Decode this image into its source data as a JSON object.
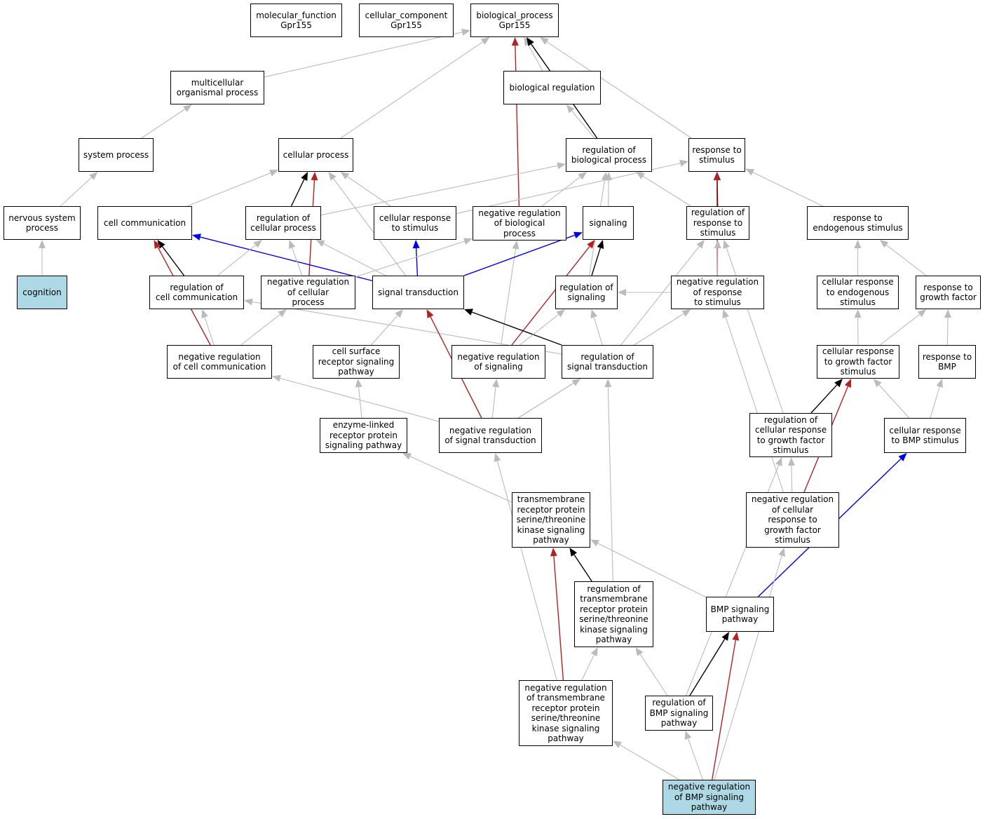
{
  "colors": {
    "gray": "#bbbbbb",
    "black": "#000000",
    "red": "#b22222",
    "blue": "#0000ee",
    "highlight": "#add8e6"
  },
  "nodes": {
    "molecular_function": "molecular_function\nGpr155",
    "cellular_component": "cellular_component\nGpr155",
    "biological_process": "biological_process\nGpr155",
    "multicellular_organismal_process": "multicellular\norganismal process",
    "biological_regulation": "biological regulation",
    "system_process": "system process",
    "cellular_process": "cellular process",
    "regulation_of_biological_process": "regulation of\nbiological process",
    "response_to_stimulus": "response to\nstimulus",
    "nervous_system_process": "nervous system\nprocess",
    "cell_communication": "cell communication",
    "regulation_of_cellular_process": "regulation of\ncellular process",
    "cellular_response_to_stimulus": "cellular response\nto stimulus",
    "negative_regulation_of_biological_process": "negative regulation\nof biological\nprocess",
    "signaling": "signaling",
    "regulation_of_response_to_stimulus": "regulation of\nresponse to\nstimulus",
    "response_to_endogenous_stimulus": "response to\nendogenous stimulus",
    "cognition": "cognition",
    "regulation_of_cell_communication": "regulation of\ncell communication",
    "negative_regulation_of_cellular_process": "negative regulation\nof cellular\nprocess",
    "signal_transduction": "signal transduction",
    "regulation_of_signaling": "regulation of\nsignaling",
    "negative_regulation_of_response_to_stimulus": "negative regulation\nof response\nto stimulus",
    "cellular_response_to_endogenous_stimulus": "cellular response\nto endogenous\nstimulus",
    "response_to_growth_factor": "response to\ngrowth factor",
    "negative_regulation_of_cell_communication": "negative regulation\nof cell communication",
    "cell_surface_receptor_signaling_pathway": "cell surface\nreceptor signaling\npathway",
    "negative_regulation_of_signaling": "negative regulation\nof signaling",
    "regulation_of_signal_transduction": "regulation of\nsignal transduction",
    "cellular_response_to_growth_factor_stimulus": "cellular response\nto growth factor\nstimulus",
    "response_to_BMP": "response to\nBMP",
    "enzyme_linked_receptor_protein_signaling_pathway": "enzyme-linked\nreceptor protein\nsignaling pathway",
    "negative_regulation_of_signal_transduction": "negative regulation\nof signal transduction",
    "regulation_of_cellular_response_to_growth_factor_stimulus": "regulation of\ncellular response\nto growth factor\nstimulus",
    "cellular_response_to_BMP_stimulus": "cellular response\nto BMP stimulus",
    "transmembrane_receptor_protein_serine_threonine_kinase_signaling_pathway": "transmembrane\nreceptor protein\nserine/threonine\nkinase signaling\npathway",
    "negative_regulation_of_cellular_response_to_growth_factor_stimulus": "negative regulation\nof cellular\nresponse to\ngrowth factor\nstimulus",
    "regulation_of_transmembrane_receptor_protein_serine_threonine_kinase_signaling_pathway": "regulation of\ntransmembrane\nreceptor protein\nserine/threonine\nkinase signaling\npathway",
    "BMP_signaling_pathway": "BMP signaling\npathway",
    "negative_regulation_of_transmembrane_receptor_protein_serine_threonine_kinase_signaling_pathway": "negative regulation\nof transmembrane\nreceptor protein\nserine/threonine\nkinase signaling\npathway",
    "regulation_of_BMP_signaling_pathway": "regulation of\nBMP signaling\npathway",
    "negative_regulation_of_BMP_signaling_pathway": "negative regulation\nof BMP signaling\npathway"
  },
  "highlighted": [
    "cognition",
    "negative_regulation_of_BMP_signaling_pathway"
  ],
  "edges": [
    [
      "multicellular_organismal_process",
      "biological_process",
      "gray"
    ],
    [
      "cellular_process",
      "biological_process",
      "gray"
    ],
    [
      "biological_regulation",
      "biological_process",
      "gray"
    ],
    [
      "regulation_of_biological_process",
      "biological_process",
      "black"
    ],
    [
      "negative_regulation_of_biological_process",
      "biological_process",
      "red"
    ],
    [
      "response_to_stimulus",
      "biological_process",
      "gray"
    ],
    [
      "system_process",
      "multicellular_organismal_process",
      "gray"
    ],
    [
      "regulation_of_biological_process",
      "biological_regulation",
      "gray"
    ],
    [
      "nervous_system_process",
      "system_process",
      "gray"
    ],
    [
      "cognition",
      "nervous_system_process",
      "gray"
    ],
    [
      "cell_communication",
      "cellular_process",
      "gray"
    ],
    [
      "regulation_of_cellular_process",
      "cellular_process",
      "black"
    ],
    [
      "cellular_response_to_stimulus",
      "cellular_process",
      "gray"
    ],
    [
      "signal_transduction",
      "cellular_process",
      "gray"
    ],
    [
      "negative_regulation_of_cellular_process",
      "cellular_process",
      "red"
    ],
    [
      "regulation_of_cellular_process",
      "regulation_of_biological_process",
      "gray"
    ],
    [
      "negative_regulation_of_biological_process",
      "regulation_of_biological_process",
      "gray"
    ],
    [
      "signaling",
      "regulation_of_biological_process",
      "gray"
    ],
    [
      "regulation_of_response_to_stimulus",
      "regulation_of_biological_process",
      "gray"
    ],
    [
      "regulation_of_signaling",
      "regulation_of_biological_process",
      "gray"
    ],
    [
      "cellular_response_to_stimulus",
      "response_to_stimulus",
      "gray"
    ],
    [
      "regulation_of_response_to_stimulus",
      "response_to_stimulus",
      "black"
    ],
    [
      "negative_regulation_of_response_to_stimulus",
      "response_to_stimulus",
      "red"
    ],
    [
      "response_to_endogenous_stimulus",
      "response_to_stimulus",
      "gray"
    ],
    [
      "regulation_of_cell_communication",
      "cell_communication",
      "black"
    ],
    [
      "negative_regulation_of_cell_communication",
      "cell_communication",
      "red"
    ],
    [
      "signal_transduction",
      "cell_communication",
      "blue"
    ],
    [
      "regulation_of_cell_communication",
      "regulation_of_cellular_process",
      "gray"
    ],
    [
      "negative_regulation_of_cellular_process",
      "regulation_of_cellular_process",
      "gray"
    ],
    [
      "signal_transduction",
      "regulation_of_cellular_process",
      "gray"
    ],
    [
      "signal_transduction",
      "cellular_response_to_stimulus",
      "blue"
    ],
    [
      "negative_regulation_of_cellular_process",
      "negative_regulation_of_biological_process",
      "gray"
    ],
    [
      "negative_regulation_of_signaling",
      "negative_regulation_of_biological_process",
      "gray"
    ],
    [
      "regulation_of_signaling",
      "signaling",
      "black"
    ],
    [
      "signal_transduction",
      "signaling",
      "blue"
    ],
    [
      "negative_regulation_of_signaling",
      "signaling",
      "red"
    ],
    [
      "negative_regulation_of_response_to_stimulus",
      "regulation_of_response_to_stimulus",
      "gray"
    ],
    [
      "regulation_of_signal_transduction",
      "regulation_of_response_to_stimulus",
      "gray"
    ],
    [
      "regulation_of_cellular_response_to_growth_factor_stimulus",
      "regulation_of_response_to_stimulus",
      "gray"
    ],
    [
      "negative_regulation_of_response_to_stimulus",
      "regulation_of_signaling",
      "gray"
    ],
    [
      "cellular_response_to_endogenous_stimulus",
      "response_to_endogenous_stimulus",
      "gray"
    ],
    [
      "response_to_growth_factor",
      "response_to_endogenous_stimulus",
      "gray"
    ],
    [
      "negative_regulation_of_cell_communication",
      "regulation_of_cell_communication",
      "gray"
    ],
    [
      "regulation_of_signal_transduction",
      "regulation_of_cell_communication",
      "gray"
    ],
    [
      "negative_regulation_of_cell_communication",
      "negative_regulation_of_cellular_process",
      "gray"
    ],
    [
      "cell_surface_receptor_signaling_pathway",
      "signal_transduction",
      "gray"
    ],
    [
      "regulation_of_signal_transduction",
      "signal_transduction",
      "black"
    ],
    [
      "negative_regulation_of_signal_transduction",
      "signal_transduction",
      "red"
    ],
    [
      "negative_regulation_of_signaling",
      "regulation_of_signaling",
      "gray"
    ],
    [
      "regulation_of_signal_transduction",
      "regulation_of_signaling",
      "gray"
    ],
    [
      "negative_regulation_of_signal_transduction",
      "negative_regulation_of_response_to_stimulus",
      "gray"
    ],
    [
      "negative_regulation_of_cellular_response_to_growth_factor_stimulus",
      "negative_regulation_of_response_to_stimulus",
      "gray"
    ],
    [
      "cellular_response_to_growth_factor_stimulus",
      "cellular_response_to_endogenous_stimulus",
      "gray"
    ],
    [
      "cellular_response_to_growth_factor_stimulus",
      "response_to_growth_factor",
      "gray"
    ],
    [
      "response_to_BMP",
      "response_to_growth_factor",
      "gray"
    ],
    [
      "negative_regulation_of_signal_transduction",
      "negative_regulation_of_cell_communication",
      "gray"
    ],
    [
      "enzyme_linked_receptor_protein_signaling_pathway",
      "cell_surface_receptor_signaling_pathway",
      "gray"
    ],
    [
      "negative_regulation_of_signal_transduction",
      "negative_regulation_of_signaling",
      "gray"
    ],
    [
      "negative_regulation_of_signal_transduction",
      "regulation_of_signal_transduction",
      "gray"
    ],
    [
      "regulation_of_transmembrane_receptor_protein_serine_threonine_kinase_signaling_pathway",
      "regulation_of_signal_transduction",
      "gray"
    ],
    [
      "regulation_of_cellular_response_to_growth_factor_stimulus",
      "cellular_response_to_growth_factor_stimulus",
      "black"
    ],
    [
      "negative_regulation_of_cellular_response_to_growth_factor_stimulus",
      "cellular_response_to_growth_factor_stimulus",
      "red"
    ],
    [
      "cellular_response_to_BMP_stimulus",
      "cellular_response_to_growth_factor_stimulus",
      "gray"
    ],
    [
      "cellular_response_to_BMP_stimulus",
      "response_to_BMP",
      "gray"
    ],
    [
      "transmembrane_receptor_protein_serine_threonine_kinase_signaling_pathway",
      "enzyme_linked_receptor_protein_signaling_pathway",
      "gray"
    ],
    [
      "negative_regulation_of_transmembrane_receptor_protein_serine_threonine_kinase_signaling_pathway",
      "negative_regulation_of_signal_transduction",
      "gray"
    ],
    [
      "negative_regulation_of_cellular_response_to_growth_factor_stimulus",
      "regulation_of_cellular_response_to_growth_factor_stimulus",
      "gray"
    ],
    [
      "regulation_of_BMP_signaling_pathway",
      "regulation_of_cellular_response_to_growth_factor_stimulus",
      "gray"
    ],
    [
      "BMP_signaling_pathway",
      "cellular_response_to_BMP_stimulus",
      "blue"
    ],
    [
      "regulation_of_transmembrane_receptor_protein_serine_threonine_kinase_signaling_pathway",
      "transmembrane_receptor_protein_serine_threonine_kinase_signaling_pathway",
      "black"
    ],
    [
      "negative_regulation_of_transmembrane_receptor_protein_serine_threonine_kinase_signaling_pathway",
      "transmembrane_receptor_protein_serine_threonine_kinase_signaling_pathway",
      "red"
    ],
    [
      "BMP_signaling_pathway",
      "transmembrane_receptor_protein_serine_threonine_kinase_signaling_pathway",
      "gray"
    ],
    [
      "negative_regulation_of_BMP_signaling_pathway",
      "negative_regulation_of_cellular_response_to_growth_factor_stimulus",
      "gray"
    ],
    [
      "negative_regulation_of_transmembrane_receptor_protein_serine_threonine_kinase_signaling_pathway",
      "regulation_of_transmembrane_receptor_protein_serine_threonine_kinase_signaling_pathway",
      "gray"
    ],
    [
      "regulation_of_BMP_signaling_pathway",
      "regulation_of_transmembrane_receptor_protein_serine_threonine_kinase_signaling_pathway",
      "gray"
    ],
    [
      "regulation_of_BMP_signaling_pathway",
      "BMP_signaling_pathway",
      "black"
    ],
    [
      "negative_regulation_of_BMP_signaling_pathway",
      "BMP_signaling_pathway",
      "red"
    ],
    [
      "negative_regulation_of_BMP_signaling_pathway",
      "negative_regulation_of_transmembrane_receptor_protein_serine_threonine_kinase_signaling_pathway",
      "gray"
    ],
    [
      "negative_regulation_of_BMP_signaling_pathway",
      "regulation_of_BMP_signaling_pathway",
      "gray"
    ]
  ]
}
